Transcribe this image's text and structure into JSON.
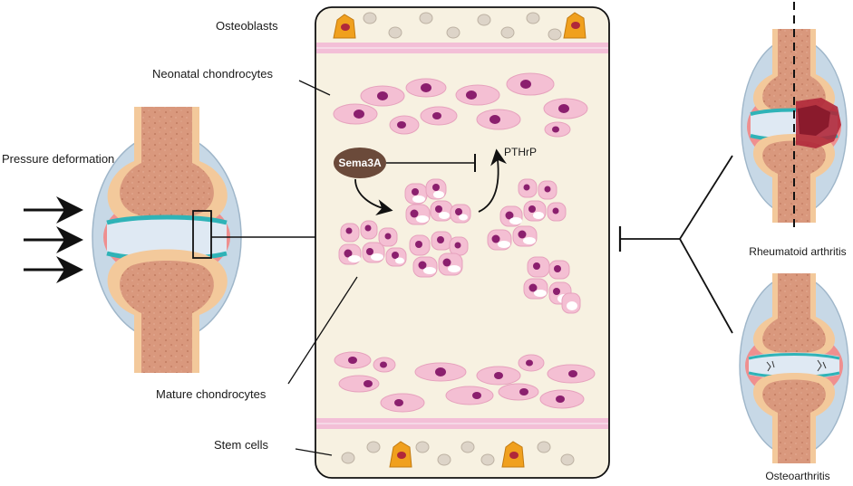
{
  "labels": {
    "osteoblasts": "Osteoblasts",
    "neonatal": "Neonatal chondrocytes",
    "pressure": "Pressure deformation",
    "sema3a": "Sema3A",
    "pthrp": "PTHrP",
    "mature": "Mature chondrocytes",
    "stem": "Stem cells",
    "ra": "Rheumatoid arthritis",
    "oa": "Osteoarthritis"
  },
  "colors": {
    "bone": "#d9987d",
    "bone_speckle": "#c17a60",
    "cartilage": "#f3c99b",
    "cyan": "#2fb3b7",
    "capsule": "#c7d8e6",
    "synovium": "#ef8f8f",
    "panel_bg": "#f7f1e1",
    "pink_band": "#f3bfd7",
    "cell_pink": "#f4bfd3",
    "nucleus": "#8b1f6e",
    "sema": "#6b4a3a",
    "osteoblast": "#f0a01e",
    "inflamed": "#b0283a"
  }
}
